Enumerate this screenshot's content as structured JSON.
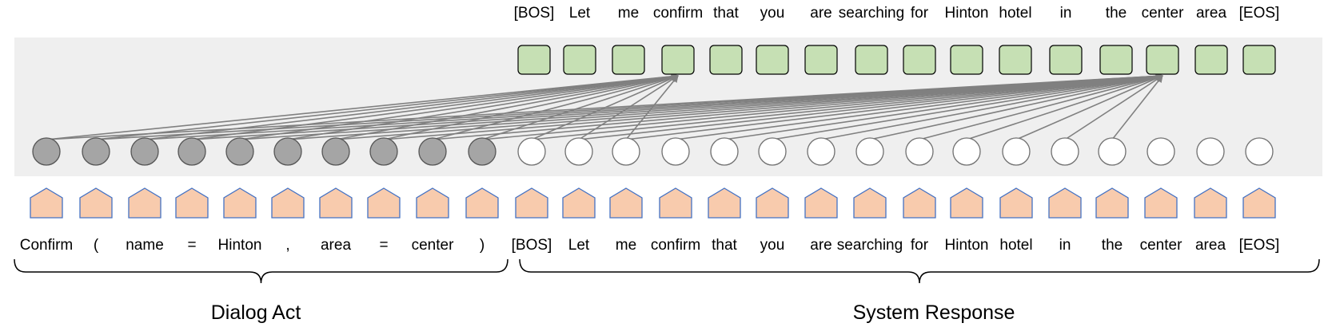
{
  "output_tokens": [
    "[BOS]",
    "Let",
    "me",
    "confirm",
    "that",
    "you",
    "are",
    "searching",
    "for",
    "Hinton",
    "hotel",
    "in",
    "the",
    "center",
    "area",
    "[EOS]"
  ],
  "input_tokens": [
    "Confirm",
    "(",
    "name",
    "=",
    "Hinton",
    ",",
    "area",
    "=",
    "center",
    ")",
    "[BOS]",
    "Let",
    "me",
    "confirm",
    "that",
    "you",
    "are",
    "searching",
    "for",
    "Hinton",
    "hotel",
    "in",
    "the",
    "center",
    "area",
    "[EOS]"
  ],
  "dialog_act_count": 10,
  "attention": [
    {
      "target_output_index": 3,
      "source_count": 13
    },
    {
      "target_output_index": 13,
      "source_count": 23
    }
  ],
  "sections": {
    "dialog_act": "Dialog Act",
    "system_response": "System Response"
  },
  "colors": {
    "panel_bg": "#efefef",
    "output_square_fill": "#c6e0b4",
    "act_node_fill": "#a5a5a5",
    "response_node_fill": "#ffffff",
    "embedding_fill": "#f8cbad",
    "embedding_stroke": "#4472c4",
    "arrow": "#808080"
  }
}
